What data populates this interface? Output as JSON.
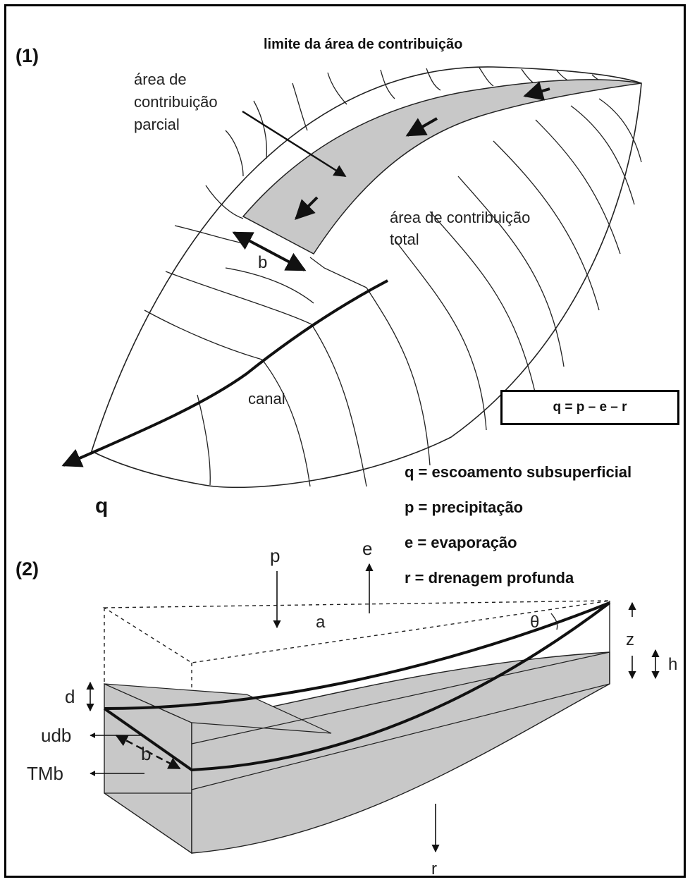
{
  "panel1": {
    "label": "(1)",
    "title": "limite da área de contribuição",
    "partial_area": [
      "área de",
      "contribuição",
      "parcial"
    ],
    "total_area": [
      "área de contribuição",
      "total"
    ],
    "width_label": "b",
    "channel_label": "canal",
    "outflow_label": "q"
  },
  "formula": "q = p – e – r",
  "legend": [
    "q = escoamento subsuperficial",
    "p = precipitação",
    "e = evaporação",
    "r = drenagem profunda"
  ],
  "panel2": {
    "label": "(2)",
    "p": "p",
    "e": "e",
    "a": "a",
    "theta": "θ",
    "z": "z",
    "h": "h",
    "d": "d",
    "udb": "udb",
    "b": "b",
    "tmb": "TMb",
    "r": "r"
  }
}
